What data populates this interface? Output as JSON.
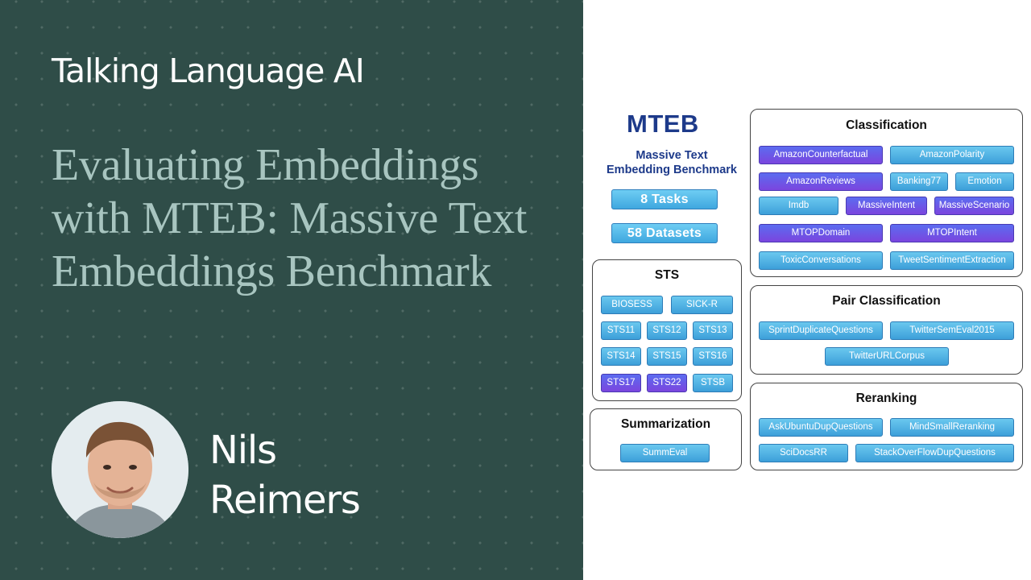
{
  "series_title": "Talking Language AI",
  "talk_title": "Evaluating Embeddings with MTEB: Massive Text Embeddings Benchmark",
  "speaker": {
    "first_name": "Nils",
    "last_name": "Reimers"
  },
  "colors": {
    "panel_bg": "#2f4d48",
    "title_accent": "#a8c5c0",
    "chip_blue": "#4fb3e6",
    "chip_purple": "#6a55e6",
    "logo_navy": "#1d3a8a"
  },
  "diagram": {
    "logo": "MTEB",
    "subtitle_line1": "Massive Text",
    "subtitle_line2": "Embedding Benchmark",
    "stats": [
      "8 Tasks",
      "58 Datasets"
    ],
    "groups": {
      "classification": {
        "title": "Classification",
        "chips": [
          {
            "label": "AmazonCounterfactual",
            "style": "purple"
          },
          {
            "label": "AmazonPolarity",
            "style": "blue"
          },
          {
            "label": "AmazonReviews",
            "style": "purple"
          },
          {
            "label": "Banking77",
            "style": "blue"
          },
          {
            "label": "Emotion",
            "style": "blue"
          },
          {
            "label": "Imdb",
            "style": "blue"
          },
          {
            "label": "MassiveIntent",
            "style": "purple"
          },
          {
            "label": "MassiveScenario",
            "style": "purple"
          },
          {
            "label": "MTOPDomain",
            "style": "purple"
          },
          {
            "label": "MTOPIntent",
            "style": "purple"
          },
          {
            "label": "ToxicConversations",
            "style": "blue"
          },
          {
            "label": "TweetSentimentExtraction",
            "style": "blue"
          }
        ]
      },
      "sts": {
        "title": "STS",
        "chips": [
          {
            "label": "BIOSESS",
            "style": "blue"
          },
          {
            "label": "SICK-R",
            "style": "blue"
          },
          {
            "label": "STS11",
            "style": "blue"
          },
          {
            "label": "STS12",
            "style": "blue"
          },
          {
            "label": "STS13",
            "style": "blue"
          },
          {
            "label": "STS14",
            "style": "blue"
          },
          {
            "label": "STS15",
            "style": "blue"
          },
          {
            "label": "STS16",
            "style": "blue"
          },
          {
            "label": "STS17",
            "style": "purple"
          },
          {
            "label": "STS22",
            "style": "purple"
          },
          {
            "label": "STSB",
            "style": "blue"
          }
        ]
      },
      "pair_classification": {
        "title": "Pair Classification",
        "chips": [
          {
            "label": "SprintDuplicateQuestions",
            "style": "blue"
          },
          {
            "label": "TwitterSemEval2015",
            "style": "blue"
          },
          {
            "label": "TwitterURLCorpus",
            "style": "blue"
          }
        ]
      },
      "reranking": {
        "title": "Reranking",
        "chips": [
          {
            "label": "AskUbuntuDupQuestions",
            "style": "blue"
          },
          {
            "label": "MindSmallReranking",
            "style": "blue"
          },
          {
            "label": "SciDocsRR",
            "style": "blue"
          },
          {
            "label": "StackOverFlowDupQuestions",
            "style": "blue"
          }
        ]
      },
      "summarization": {
        "title": "Summarization",
        "chips": [
          {
            "label": "SummEval",
            "style": "blue"
          }
        ]
      }
    }
  }
}
